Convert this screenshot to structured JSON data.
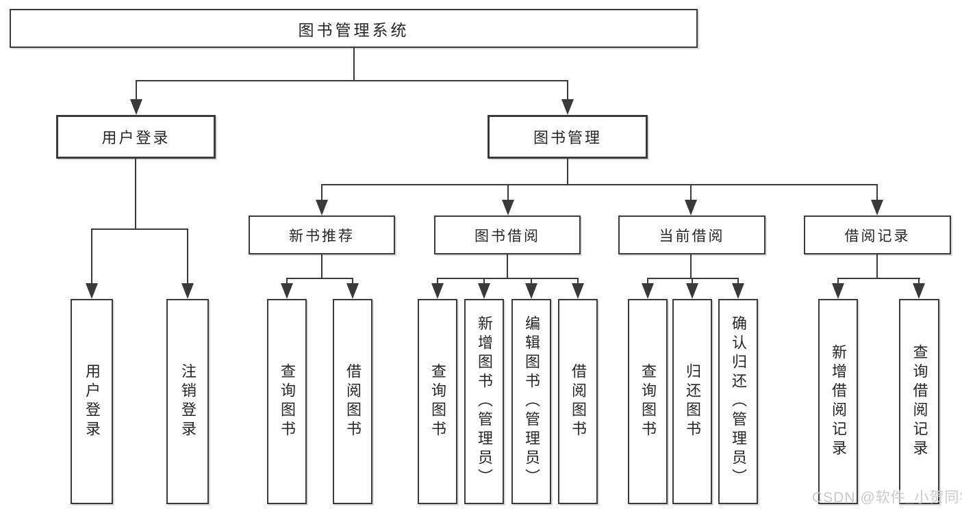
{
  "diagram_type": "hierarchy-flowchart",
  "tree": {
    "label": "图书管理系统",
    "children": [
      {
        "label": "用户登录",
        "children": [
          {
            "label": "用户登录"
          },
          {
            "label": "注销登录"
          }
        ]
      },
      {
        "label": "图书管理",
        "children": [
          {
            "label": "新书推荐",
            "children": [
              {
                "label": "查询图书"
              },
              {
                "label": "借阅图书"
              }
            ]
          },
          {
            "label": "图书借阅",
            "children": [
              {
                "label": "查询图书"
              },
              {
                "label": "新增图书（管理员）"
              },
              {
                "label": "编辑图书（管理员）"
              },
              {
                "label": "借阅图书"
              }
            ]
          },
          {
            "label": "当前借阅",
            "children": [
              {
                "label": "查询图书"
              },
              {
                "label": "归还图书"
              },
              {
                "label": "确认归还（管理员）"
              }
            ]
          },
          {
            "label": "借阅记录",
            "children": [
              {
                "label": "新增借阅记录"
              },
              {
                "label": "查询借阅记录"
              }
            ]
          }
        ]
      }
    ]
  },
  "watermark": {
    "text": "CSDN @软件_小贺同学"
  },
  "colors": {
    "background": "#ffffff",
    "line": "#3a3a3a",
    "box_border": "#3a3a3a",
    "text": "#262626",
    "watermark": "#c9c9c9"
  }
}
